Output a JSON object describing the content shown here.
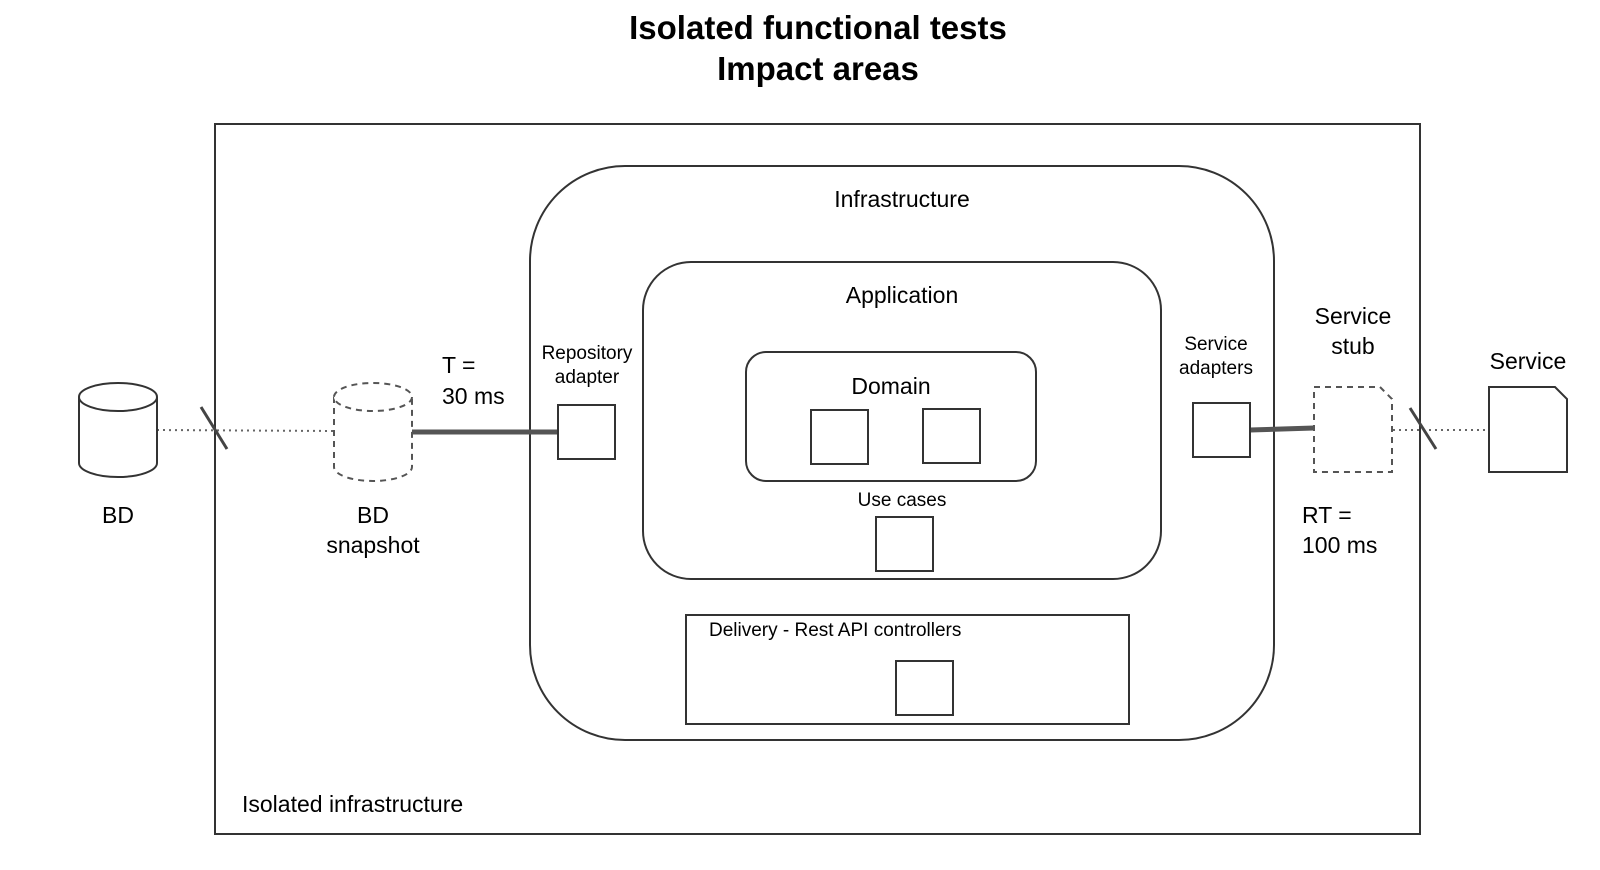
{
  "title": {
    "line1": "Isolated functional tests",
    "line2": "Impact areas"
  },
  "outer_box": {
    "label": "Isolated infrastructure"
  },
  "layers": {
    "infrastructure": "Infrastructure",
    "application": "Application",
    "domain": "Domain",
    "use_cases": "Use cases",
    "delivery": "Delivery - Rest API controllers"
  },
  "adapters": {
    "repository": [
      "Repository",
      "adapter"
    ],
    "service": [
      "Service",
      "adapters"
    ]
  },
  "external": {
    "db": "BD",
    "db_snapshot": [
      "BD",
      "snapshot"
    ],
    "service_stub": [
      "Service",
      "stub"
    ],
    "service": "Service"
  },
  "timings": {
    "db_connection": [
      "T =",
      "30 ms"
    ],
    "service_response": [
      "RT =",
      "100 ms"
    ]
  },
  "colors": {
    "stroke": "#333333",
    "background": "#ffffff"
  }
}
